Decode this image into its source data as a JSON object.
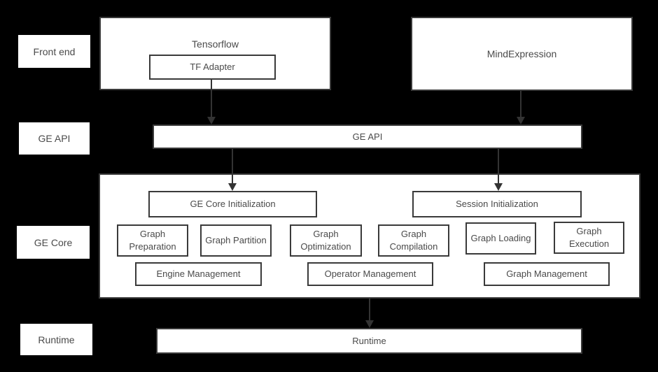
{
  "colors": {
    "background": "#000000",
    "box_fill": "#ffffff",
    "box_border": "#3a3a3a",
    "text": "#4a4a4a",
    "arrow": "#333333"
  },
  "side_labels": {
    "front_end": "Front end",
    "ge_api": "GE API",
    "ge_core": "GE Core",
    "runtime": "Runtime"
  },
  "front_end": {
    "tensorflow": "Tensorflow",
    "tf_adapter": "TF Adapter",
    "mindexpression": "MindExpression"
  },
  "ge_api": {
    "label": "GE API"
  },
  "ge_core": {
    "ge_core_initialization": "GE Core Initialization",
    "session_initialization": "Session Initialization",
    "stages": [
      "Graph Preparation",
      "Graph Partition",
      "Graph Optimization",
      "Graph Compilation",
      "Graph Loading",
      "Graph Execution"
    ],
    "management": [
      "Engine Management",
      "Operator Management",
      "Graph Management"
    ]
  },
  "runtime": {
    "label": "Runtime"
  }
}
